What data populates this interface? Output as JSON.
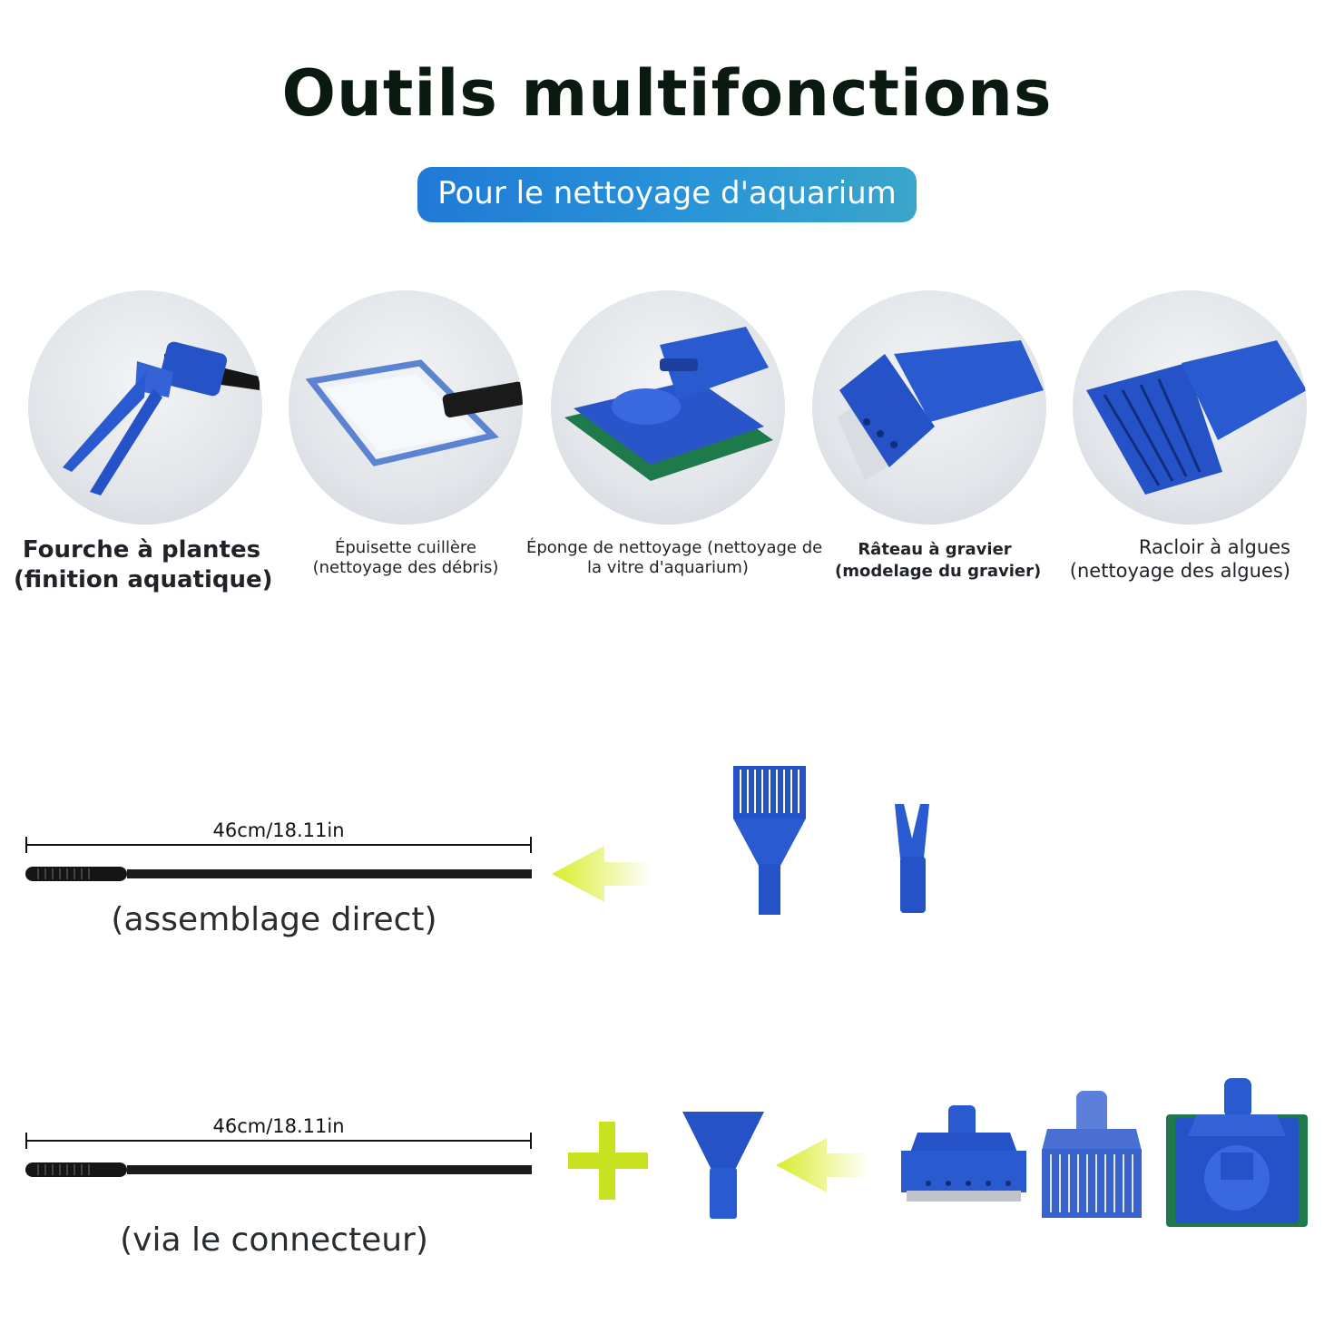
{
  "header": {
    "title": "Outils multifonctions",
    "subtitle": "Pour le nettoyage d'aquarium"
  },
  "tools": [
    {
      "icon": "plant-fork-icon",
      "line1": "Fourche à plantes",
      "line2": "(finition aquatique)"
    },
    {
      "icon": "net-icon",
      "line1": "Épuisette cuillère",
      "line2": "(nettoyage des débris)"
    },
    {
      "icon": "sponge-icon",
      "line1": "Éponge de nettoyage (nettoyage de",
      "line2": "la vitre d'aquarium)"
    },
    {
      "icon": "gravel-rake-icon",
      "line1": "Râteau à gravier",
      "line2": "(modelage du gravier)"
    },
    {
      "icon": "algae-scraper-icon",
      "line1": "Racloir à algues",
      "line2": "(nettoyage des algues)"
    }
  ],
  "assembly": {
    "direct": {
      "length_label": "46cm/18.11in",
      "label": "(assemblage direct)"
    },
    "connector": {
      "length_label": "46cm/18.11in",
      "label": "(via le connecteur)"
    }
  },
  "colors": {
    "title": "#0b1a10",
    "pill_start": "#1f7ad6",
    "pill_end": "#3aa6c9",
    "tool_blue": "#2553c7",
    "arrow": "#d9ec2a",
    "plus": "#c8e21f",
    "sponge_green": "#1e7a4a",
    "rod": "#151515"
  }
}
